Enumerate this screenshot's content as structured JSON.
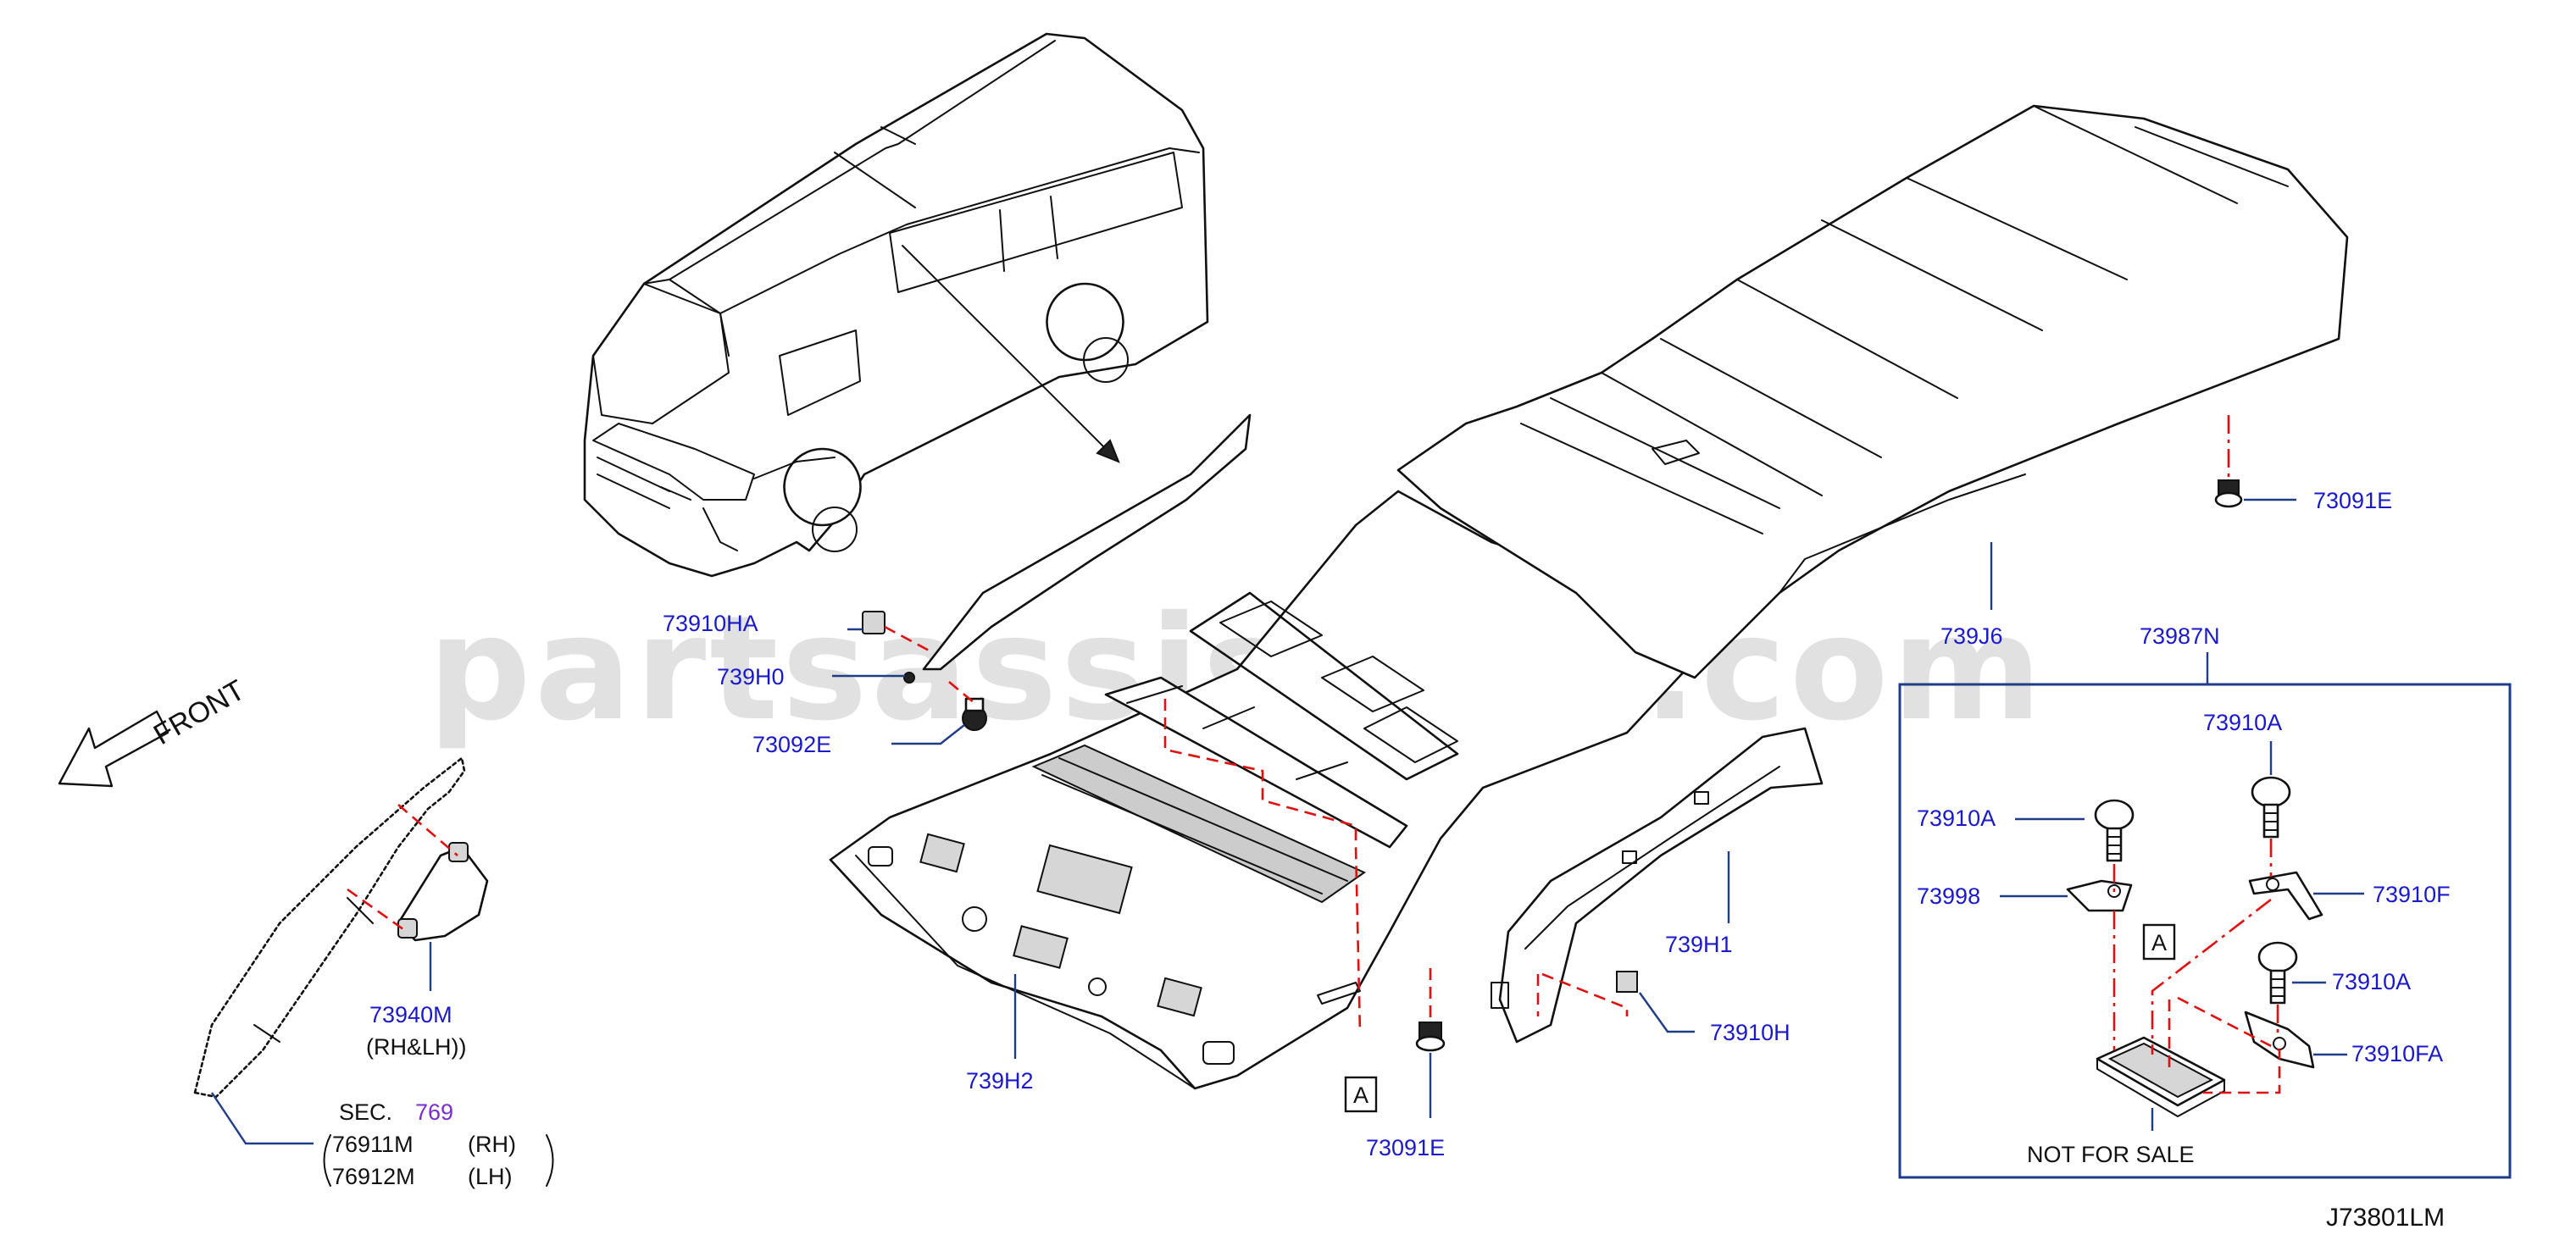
{
  "watermark": "partsassistant.com",
  "front_label": "FRONT",
  "diagram_code": "J73801LM",
  "sec_ref": {
    "prefix": "SEC.",
    "number": "769"
  },
  "sec_parts": [
    {
      "number": "76911M",
      "side": "(RH)"
    },
    {
      "number": "76912M",
      "side": "(LH)"
    }
  ],
  "ref_marker": "A",
  "parts": {
    "p73910HA": "73910HA",
    "p739H0": "739H0",
    "p73092E": "73092E",
    "p73940M": "73940M",
    "p73940M_note": "(RH&LH))",
    "p739H2": "739H2",
    "p73091E_bottom": "73091E",
    "p739H1": "739H1",
    "p73910H": "73910H",
    "p739J6": "739J6",
    "p73091E_top": "73091E",
    "p73987N": "73987N"
  },
  "inset": {
    "p73910A_1": "73910A",
    "p73910A_2": "73910A",
    "p73998": "73998",
    "p73910F": "73910F",
    "p73910A_3": "73910A",
    "p73910FA": "73910FA",
    "not_for_sale": "NOT   FOR   SALE"
  }
}
